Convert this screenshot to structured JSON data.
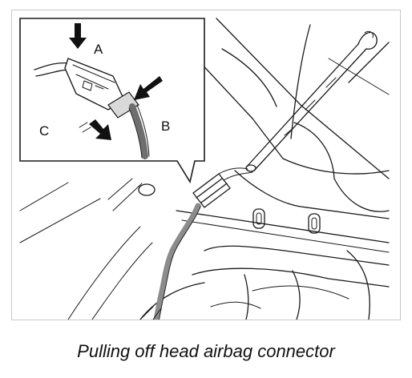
{
  "figure": {
    "callouts": {
      "a": "A",
      "b": "B",
      "c": "C"
    }
  },
  "caption": "Pulling off head airbag connector",
  "colors": {
    "line": "#1a1a1a",
    "cable": "#8c8c8c",
    "frame": "#c8c8c8"
  }
}
